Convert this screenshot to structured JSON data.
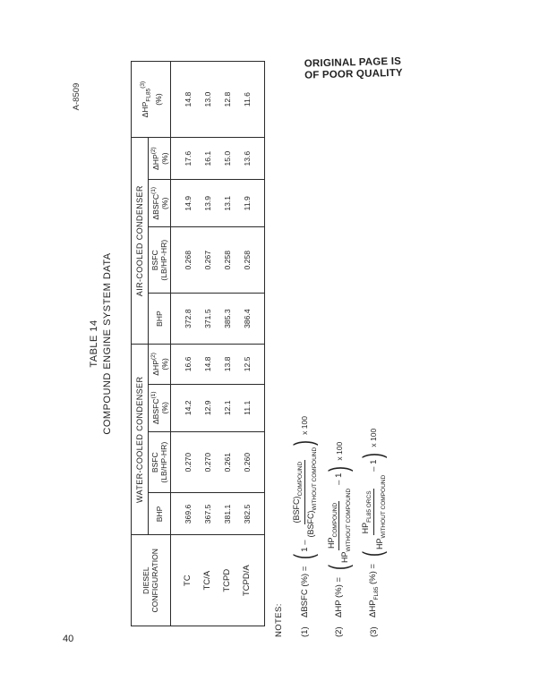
{
  "page": {
    "document_id": "A-8509",
    "stamp_line1": "ORIGINAL PAGE IS",
    "stamp_line2": "OF POOR QUALITY",
    "page_number": "40"
  },
  "title": {
    "line1": "TABLE 14",
    "line2": "COMPOUND ENGINE SYSTEM DATA"
  },
  "table": {
    "config_header_line1": "DIESEL",
    "config_header_line2": "CONFIGURATION",
    "water_group": "WATER-COOLED CONDENSER",
    "air_group": "AIR-COOLED CONDENSER",
    "col_bhp": "BHP",
    "col_bsfc_line1": "BSFC",
    "col_bsfc_line2": "(LB/HP-HR)",
    "col_dbsfc": "ΔBSFC",
    "col_dbsfc_note": "(1)",
    "col_dhp": "ΔHP",
    "col_dhp_note": "(2)",
    "col_pct": "(%)",
    "col_dhpfl": "ΔHP",
    "col_dhpfl_sub": "FL85",
    "col_dhpfl_note": "(3)",
    "rows": [
      {
        "config": "TC",
        "w_bhp": "369.6",
        "w_bsfc": "0.270",
        "w_dbsfc": "14.2",
        "w_dhp": "16.6",
        "a_bhp": "372.8",
        "a_bsfc": "0.268",
        "a_dbsfc": "14.9",
        "a_dhp": "17.6",
        "dhpfl": "14.8"
      },
      {
        "config": "TC/A",
        "w_bhp": "367.5",
        "w_bsfc": "0.270",
        "w_dbsfc": "12.9",
        "w_dhp": "14.8",
        "a_bhp": "371.5",
        "a_bsfc": "0.267",
        "a_dbsfc": "13.9",
        "a_dhp": "16.1",
        "dhpfl": "13.0"
      },
      {
        "config": "TCPD",
        "w_bhp": "381.1",
        "w_bsfc": "0.261",
        "w_dbsfc": "12.1",
        "w_dhp": "13.8",
        "a_bhp": "385.3",
        "a_bsfc": "0.258",
        "a_dbsfc": "13.1",
        "a_dhp": "15.0",
        "dhpfl": "12.8"
      },
      {
        "config": "TCPD/A",
        "w_bhp": "382.5",
        "w_bsfc": "0.260",
        "w_dbsfc": "11.1",
        "w_dhp": "12.5",
        "a_bhp": "386.4",
        "a_bsfc": "0.258",
        "a_dbsfc": "11.9",
        "a_dhp": "13.6",
        "dhpfl": "11.6"
      }
    ]
  },
  "notes": {
    "title": "NOTES:",
    "items": [
      {
        "num": "(1)",
        "lhs": "ΔBSFC (%) =",
        "lead": "1 –",
        "numerator": "(BSFC)",
        "numerator_sub": "COMPOUND",
        "denominator": "(BSFC)",
        "denominator_sub": "WITHOUT COMPOUND",
        "trail": "",
        "times": "x 100"
      },
      {
        "num": "(2)",
        "lhs": "ΔHP (%) =",
        "lead": "",
        "numerator": "HP",
        "numerator_sub": "COMPOUND",
        "denominator": "HP",
        "denominator_sub": "WITHOUT COMPOUND",
        "trail": "– 1",
        "times": "x 100"
      },
      {
        "num": "(3)",
        "lhs": "ΔHP",
        "lhs_sub": "FL85",
        "lhs_tail": "(%) =",
        "lead": "",
        "numerator": "HP",
        "numerator_sub": "FL85 ORCS",
        "denominator": "HP",
        "denominator_sub": "WITHOUT COMPOUND",
        "trail": "– 1",
        "times": "x 100"
      }
    ]
  }
}
